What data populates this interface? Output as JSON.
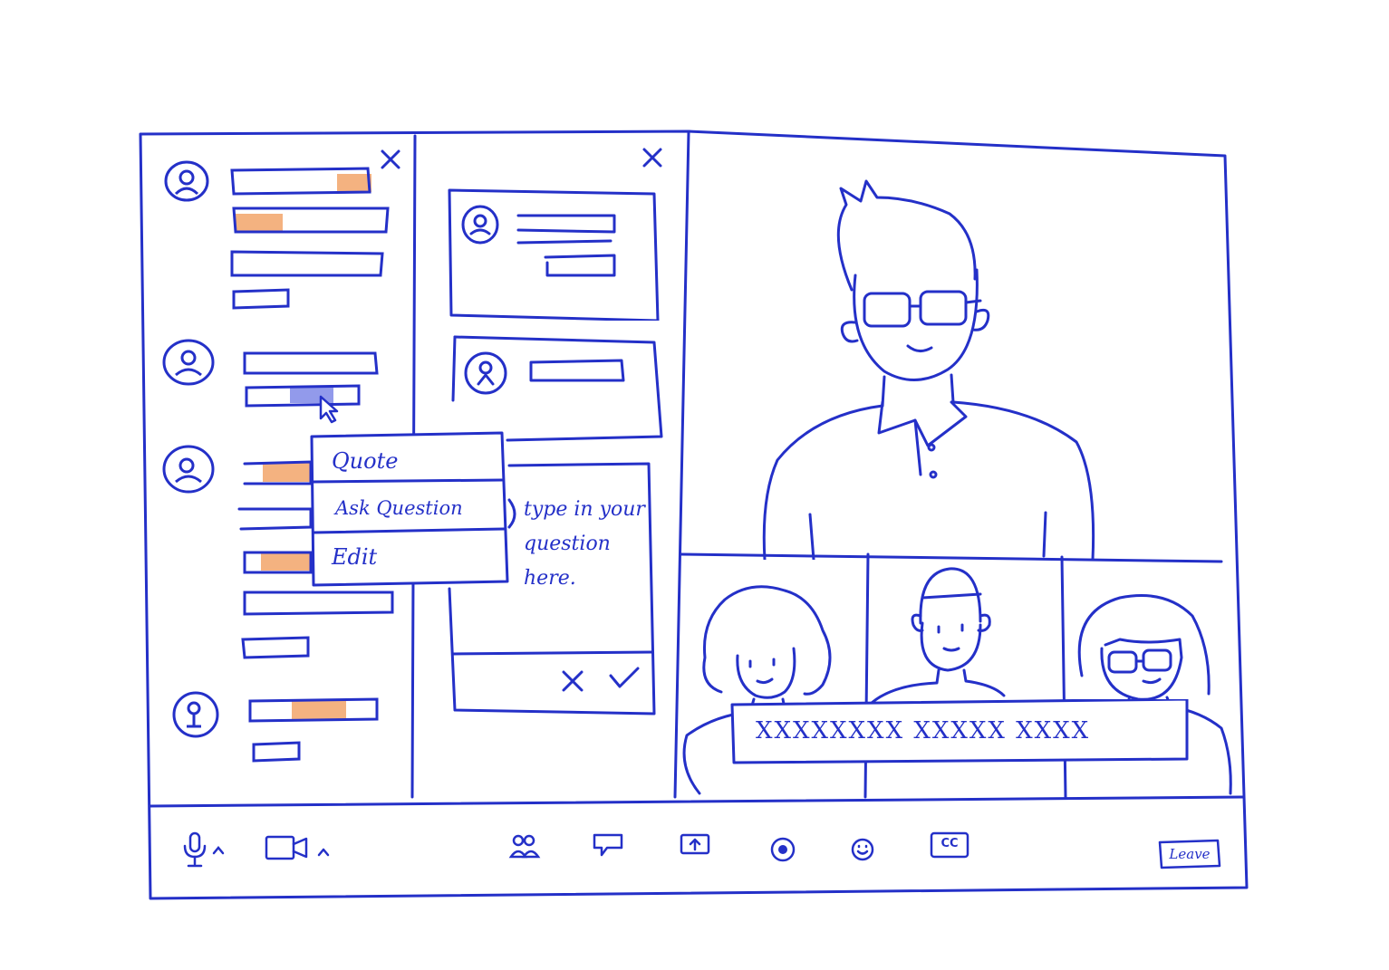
{
  "chat_panel": {
    "close_label": "×"
  },
  "question_panel": {
    "close_label": "×",
    "input_placeholder": "type in your question here."
  },
  "context_menu": {
    "items": [
      {
        "label": "Quote"
      },
      {
        "label": "Ask Question"
      },
      {
        "label": "Edit"
      }
    ]
  },
  "captions": {
    "text": "XXXXXXXX XXXXX XXXX"
  },
  "toolbar": {
    "cc_label": "CC",
    "leave_label": "Leave"
  },
  "colors": {
    "ink": "#2430c8",
    "highlight_orange": "#f2a46a",
    "highlight_blue": "#7f88e8"
  }
}
